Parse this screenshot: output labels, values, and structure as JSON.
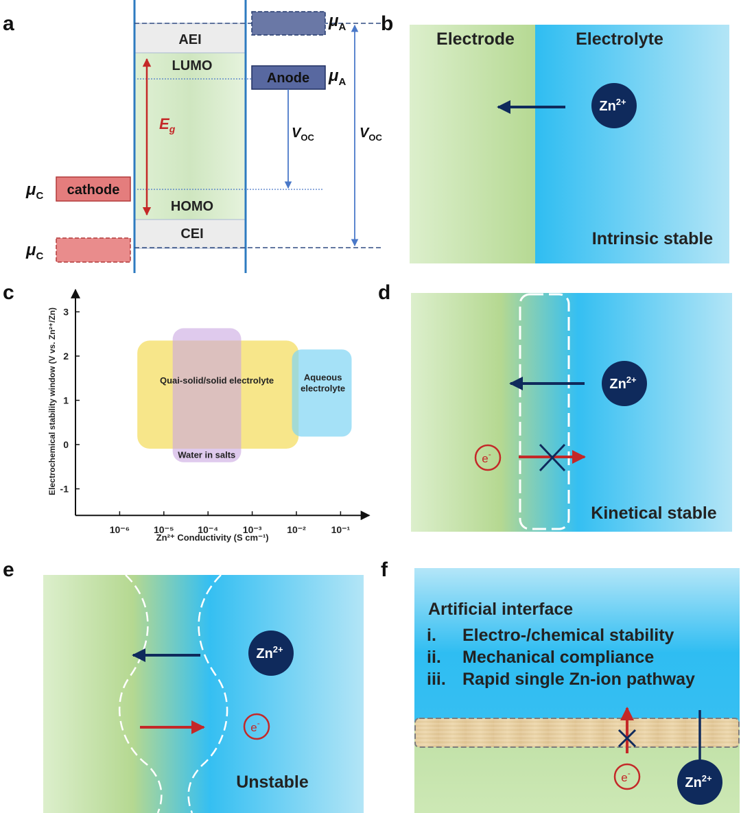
{
  "panel_labels": {
    "a": "a",
    "b": "b",
    "c": "c",
    "d": "d",
    "e": "e",
    "f": "f"
  },
  "panel_a": {
    "aei": "AEI",
    "lumo": "LUMO",
    "homo": "HOMO",
    "cei": "CEI",
    "eg": "E",
    "eg_sub": "g",
    "anode": "Anode",
    "cathode": "cathode",
    "mu": "μ",
    "sub_a": "A",
    "sub_c": "C",
    "voc": "V",
    "voc_sub": "OC"
  },
  "panel_b": {
    "electrode": "Electrode",
    "electrolyte": "Electrolyte",
    "ion": "Zn",
    "ion_charge": "2+",
    "caption": "Intrinsic stable"
  },
  "panel_c": {
    "ylabel": "Electrochemical stability window (V vs. Zn²⁺/Zn)",
    "xlabel": "Zn²⁺ Conductivity (S cm⁻¹)",
    "y_ticks": [
      "3",
      "2",
      "1",
      "0",
      "-1"
    ],
    "x_ticks": [
      "10⁻⁶",
      "10⁻⁵",
      "10⁻⁴",
      "10⁻³",
      "10⁻²",
      "10⁻¹"
    ],
    "regions": {
      "solid": "Quai-solid/solid electrolyte",
      "wis": "Water in salts",
      "aqueous_1": "Aqueous",
      "aqueous_2": "electrolyte"
    }
  },
  "panel_d": {
    "ion": "Zn",
    "ion_charge": "2+",
    "electron": "e",
    "electron_charge": "-",
    "caption": "Kinetical stable"
  },
  "panel_e": {
    "ion": "Zn",
    "ion_charge": "2+",
    "electron": "e",
    "electron_charge": "-",
    "caption": "Unstable"
  },
  "panel_f": {
    "title": "Artificial interface",
    "items": [
      {
        "num": "i.",
        "text": "Electro-/chemical stability"
      },
      {
        "num": "ii.",
        "text": "Mechanical compliance"
      },
      {
        "num": "iii.",
        "text": "Rapid single Zn-ion pathway"
      }
    ],
    "ion": "Zn",
    "ion_charge": "2+",
    "electron": "e",
    "electron_charge": "-"
  },
  "colors": {
    "navy": "#0f2a5c",
    "red": "#c42828",
    "electrode_green": "#bfdea0",
    "electrolyte_blue": "#3cc2f3",
    "cathode_red": "#e47d7d",
    "anode_navy": "#5868a0",
    "frame_blue": "#2e7bc0",
    "solid_yellow": "#f6e27a",
    "wis_purple": "#c9a7e1",
    "aqueous_blue": "#7fd4f4"
  }
}
